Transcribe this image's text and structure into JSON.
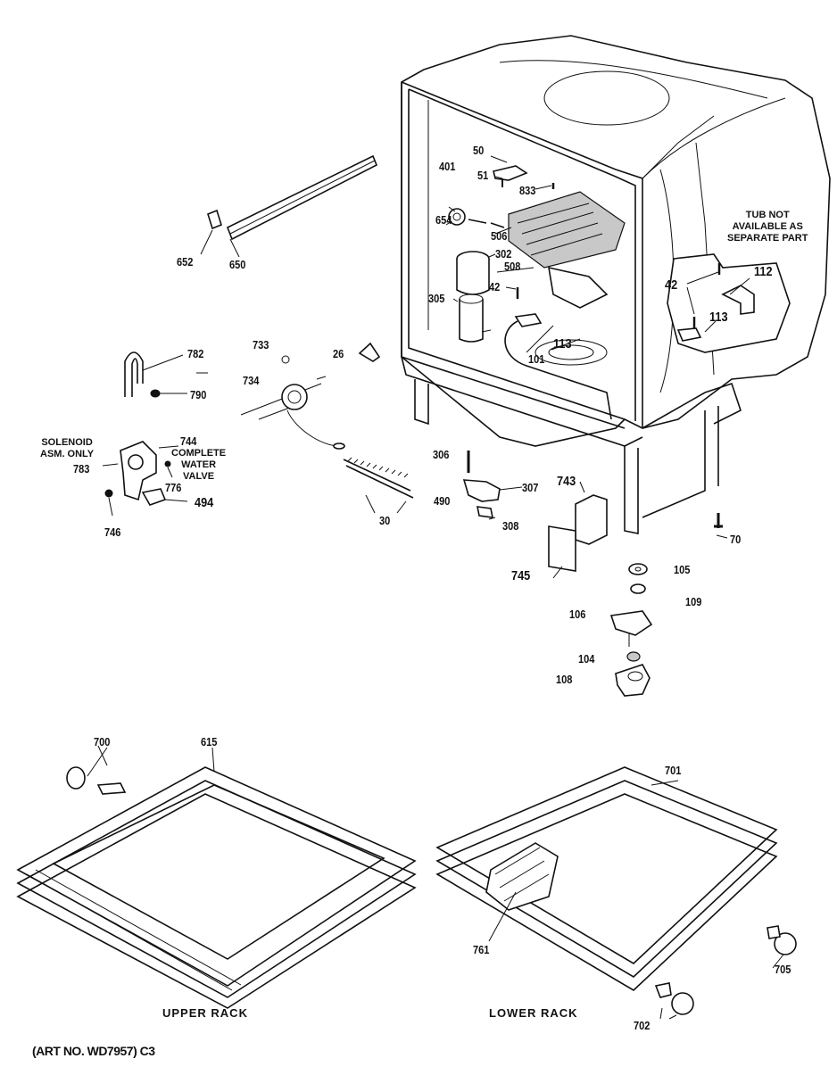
{
  "diagram": {
    "title": "Dishwasher tub and rack assembly parts diagram",
    "parts": [
      {
        "id": "p50",
        "label": "50"
      },
      {
        "id": "p51",
        "label": "51"
      },
      {
        "id": "p401",
        "label": "401"
      },
      {
        "id": "p833",
        "label": "833"
      },
      {
        "id": "p654",
        "label": "654"
      },
      {
        "id": "p506",
        "label": "506"
      },
      {
        "id": "p302",
        "label": "302"
      },
      {
        "id": "p508",
        "label": "508"
      },
      {
        "id": "p42a",
        "label": "42"
      },
      {
        "id": "p305",
        "label": "305"
      },
      {
        "id": "p113a",
        "label": "113"
      },
      {
        "id": "p101",
        "label": "101"
      },
      {
        "id": "p26",
        "label": "26"
      },
      {
        "id": "p652",
        "label": "652"
      },
      {
        "id": "p650",
        "label": "650"
      },
      {
        "id": "p782",
        "label": "782"
      },
      {
        "id": "p790",
        "label": "790"
      },
      {
        "id": "p733",
        "label": "733"
      },
      {
        "id": "p734",
        "label": "734"
      },
      {
        "id": "p744",
        "label": "744"
      },
      {
        "id": "p783",
        "label": "783"
      },
      {
        "id": "p776",
        "label": "776"
      },
      {
        "id": "p494",
        "label": "494"
      },
      {
        "id": "p746",
        "label": "746"
      },
      {
        "id": "p30",
        "label": "30"
      },
      {
        "id": "p306",
        "label": "306"
      },
      {
        "id": "p307",
        "label": "307"
      },
      {
        "id": "p490",
        "label": "490"
      },
      {
        "id": "p308",
        "label": "308"
      },
      {
        "id": "p743",
        "label": "743"
      },
      {
        "id": "p745",
        "label": "745"
      },
      {
        "id": "p70",
        "label": "70"
      },
      {
        "id": "p105",
        "label": "105"
      },
      {
        "id": "p109",
        "label": "109"
      },
      {
        "id": "p106",
        "label": "106"
      },
      {
        "id": "p104",
        "label": "104"
      },
      {
        "id": "p108",
        "label": "108"
      },
      {
        "id": "p42b",
        "label": "42"
      },
      {
        "id": "p112",
        "label": "112"
      },
      {
        "id": "p113b",
        "label": "113"
      },
      {
        "id": "p700",
        "label": "700"
      },
      {
        "id": "p615",
        "label": "615"
      },
      {
        "id": "p701",
        "label": "701"
      },
      {
        "id": "p761",
        "label": "761"
      },
      {
        "id": "p705",
        "label": "705"
      },
      {
        "id": "p702",
        "label": "702"
      }
    ],
    "notes": {
      "tub": "TUB NOT\nAVAILABLE AS\nSEPARATE PART",
      "solenoid": "SOLENOID\nASM. ONLY",
      "valve": "COMPLETE\nWATER\nVALVE"
    },
    "captions": {
      "upper_rack": "UPPER RACK",
      "lower_rack": "LOWER RACK"
    },
    "footer": "(ART NO. WD7957) C3"
  }
}
